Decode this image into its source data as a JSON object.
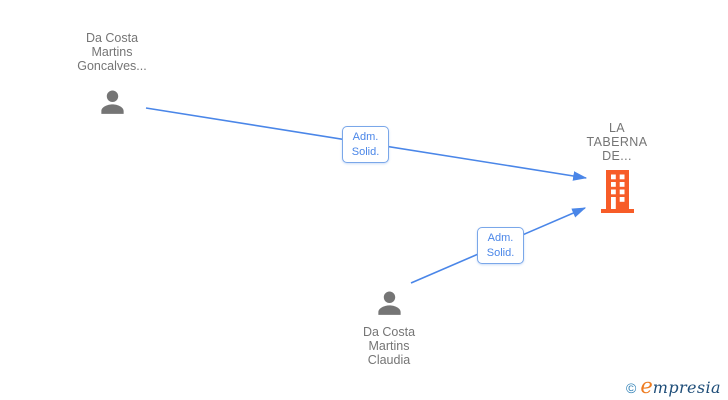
{
  "diagram": {
    "nodes": {
      "person1": {
        "type": "person",
        "line1": "Da Costa",
        "line2": "Martins",
        "line3": "Goncalves..."
      },
      "company1": {
        "type": "company",
        "line1": "LA",
        "line2": "TABERNA",
        "line3": "DE..."
      },
      "person2": {
        "type": "person",
        "line1": "Da Costa",
        "line2": "Martins",
        "line3": "Claudia"
      }
    },
    "edges": {
      "edge1": {
        "from": "person1",
        "to": "company1",
        "label_line1": "Adm.",
        "label_line2": "Solid."
      },
      "edge2": {
        "from": "person2",
        "to": "company1",
        "label_line1": "Adm.",
        "label_line2": "Solid."
      }
    }
  },
  "watermark": {
    "copyright_symbol": "©",
    "brand_initial": "e",
    "brand_rest": "mpresia"
  },
  "colors": {
    "edge_blue": "#4a86e8",
    "edge_label_border": "#7aa7e9",
    "edge_label_text": "#4a86e8",
    "node_text": "#757575",
    "person_icon": "#757575",
    "building_orange": "#f75c28",
    "logo_copyright": "#2d7fb5",
    "logo_initial": "#ee7c21",
    "logo_text": "#1f4e79",
    "background": "#ffffff"
  }
}
